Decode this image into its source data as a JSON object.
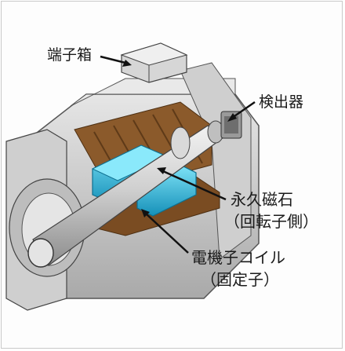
{
  "labels": {
    "terminal_box": "端子箱",
    "detector": "検出器",
    "permanent_magnet": "永久磁石",
    "permanent_magnet_sub": "（回転子側）",
    "armature_coil": "電機子コイル",
    "armature_coil_sub": "（固定子）"
  },
  "colors": {
    "housing_light": "#d9d9d9",
    "housing_mid": "#b4b4b4",
    "housing_dark": "#7a7a7a",
    "coil_brown": "#8b5a2b",
    "coil_brown_dark": "#5e3a18",
    "magnet_cyan": "#33c6ea",
    "magnet_cyan_dark": "#1590b8",
    "shaft": "#cfcfcf"
  }
}
